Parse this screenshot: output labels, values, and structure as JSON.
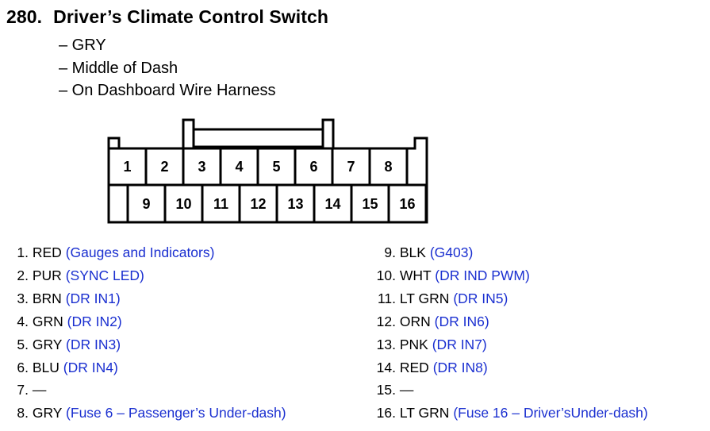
{
  "header": {
    "number": "280.",
    "title": "Driver’s Climate Control Switch",
    "details": [
      "– GRY",
      "– Middle of Dash",
      "– On Dashboard Wire Harness"
    ]
  },
  "connector": {
    "top_row": [
      "1",
      "2",
      "3",
      "4",
      "5",
      "6",
      "7",
      "8"
    ],
    "bottom_row": [
      "9",
      "10",
      "11",
      "12",
      "13",
      "14",
      "15",
      "16"
    ]
  },
  "pins_left": [
    {
      "num": "1.",
      "color": "RED",
      "circuit": "(Gauges and Indicators)"
    },
    {
      "num": "2.",
      "color": "PUR",
      "circuit": "(SYNC LED)"
    },
    {
      "num": "3.",
      "color": "BRN",
      "circuit": "(DR IN1)"
    },
    {
      "num": "4.",
      "color": "GRN",
      "circuit": "(DR IN2)"
    },
    {
      "num": "5.",
      "color": "GRY",
      "circuit": "(DR IN3)"
    },
    {
      "num": "6.",
      "color": "BLU",
      "circuit": "(DR IN4)"
    },
    {
      "num": "7.",
      "color": "—",
      "circuit": ""
    },
    {
      "num": "8.",
      "color": "GRY",
      "circuit": "(Fuse 6 – Passenger’s Under-dash)"
    }
  ],
  "pins_right": [
    {
      "num": "9.",
      "color": "BLK",
      "circuit": "(G403)"
    },
    {
      "num": "10.",
      "color": "WHT",
      "circuit": "(DR IND PWM)"
    },
    {
      "num": "11.",
      "color": "LT GRN",
      "circuit": "(DR IN5)"
    },
    {
      "num": "12.",
      "color": "ORN",
      "circuit": "(DR IN6)"
    },
    {
      "num": "13.",
      "color": "PNK",
      "circuit": "(DR IN7)"
    },
    {
      "num": "14.",
      "color": "RED",
      "circuit": "(DR IN8)"
    },
    {
      "num": "15.",
      "color": "—",
      "circuit": ""
    },
    {
      "num": "16.",
      "color": "LT GRN",
      "circuit": "(Fuse 16 – Driver’sUnder-dash)"
    }
  ],
  "colors": {
    "circuit_text": "#1a2fd0",
    "text": "#000000"
  }
}
